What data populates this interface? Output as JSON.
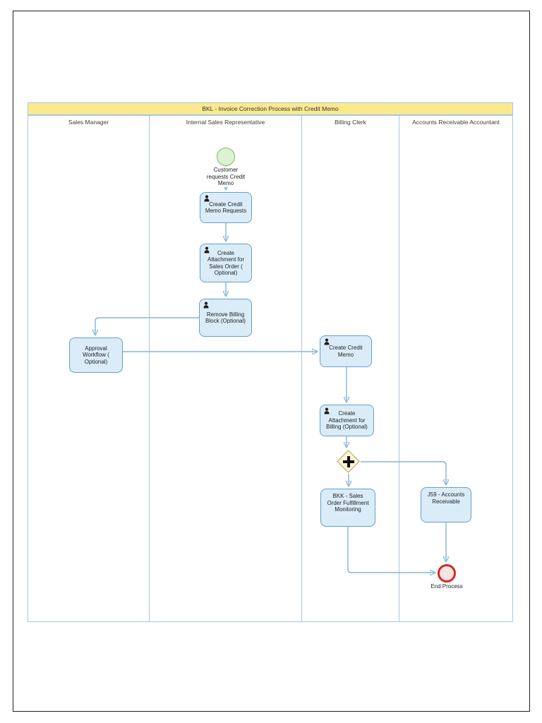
{
  "diagram": {
    "title": "BKL - Invoice Correction Process with Credit Memo",
    "lanes": [
      {
        "name": "Sales Manager"
      },
      {
        "name": "Internal Sales Representative"
      },
      {
        "name": "Billing Clerk"
      },
      {
        "name": "Accounts Receivable Accountant"
      }
    ],
    "nodes": {
      "start_event": {
        "type": "start-event",
        "label": "Customer requests Credit Memo",
        "lane": "Internal Sales Representative"
      },
      "task_create_credit_memo_requests": {
        "type": "user-task",
        "label": "Create Credit Memo Requests",
        "lane": "Internal Sales Representative"
      },
      "task_create_attachment_sales_order": {
        "type": "user-task",
        "label": "Create Attachment for Sales Order ( Optional)",
        "lane": "Internal Sales Representative"
      },
      "task_remove_billing_block": {
        "type": "user-task",
        "label": "Remove Billing Block (Optional)",
        "lane": "Internal Sales Representative"
      },
      "task_approval_workflow": {
        "type": "task",
        "label": "Approval Workflow ( Optional)",
        "lane": "Sales Manager"
      },
      "task_create_credit_memo": {
        "type": "user-task",
        "label": "Create Credit Memo",
        "lane": "Billing Clerk"
      },
      "task_create_attachment_billing": {
        "type": "user-task",
        "label": "Create Attachment for Billing (Optional)",
        "lane": "Billing Clerk"
      },
      "gateway_parallel": {
        "type": "parallel-gateway",
        "label": "",
        "lane": "Billing Clerk"
      },
      "task_bkk_monitoring": {
        "type": "task",
        "label": "BKK - Sales Order Fulfillment Monitoring",
        "lane": "Billing Clerk"
      },
      "task_j59_accounts_receivable": {
        "type": "task",
        "label": "J59 - Accounts Receivable",
        "lane": "Accounts Receivable Accountant"
      },
      "end_event": {
        "type": "end-event",
        "label": "End Process",
        "lane": "Accounts Receivable Accountant"
      }
    },
    "flows": [
      {
        "from": "start_event",
        "to": "task_create_credit_memo_requests"
      },
      {
        "from": "task_create_credit_memo_requests",
        "to": "task_create_attachment_sales_order"
      },
      {
        "from": "task_create_attachment_sales_order",
        "to": "task_remove_billing_block"
      },
      {
        "from": "task_remove_billing_block",
        "to": "task_approval_workflow"
      },
      {
        "from": "task_approval_workflow",
        "to": "task_create_credit_memo"
      },
      {
        "from": "task_create_credit_memo",
        "to": "task_create_attachment_billing"
      },
      {
        "from": "task_create_attachment_billing",
        "to": "gateway_parallel"
      },
      {
        "from": "gateway_parallel",
        "to": "task_bkk_monitoring"
      },
      {
        "from": "gateway_parallel",
        "to": "task_j59_accounts_receivable"
      },
      {
        "from": "task_bkk_monitoring",
        "to": "end_event"
      },
      {
        "from": "task_j59_accounts_receivable",
        "to": "end_event"
      }
    ]
  },
  "colors": {
    "header_fill": "#fbe98d",
    "lane_border": "#aac6de",
    "task_fill": "#daecf8",
    "task_stroke": "#64a0c8",
    "start_fill": "#ddf2d2",
    "start_stroke": "#7cbd57",
    "end_fill": "#f9e2e2",
    "end_stroke": "#d02c24",
    "gateway_fill": "#fcf5d6",
    "gateway_stroke": "#b0a058",
    "flow_line": "#85b5d8",
    "flow_arrow": "#3a81b5"
  }
}
